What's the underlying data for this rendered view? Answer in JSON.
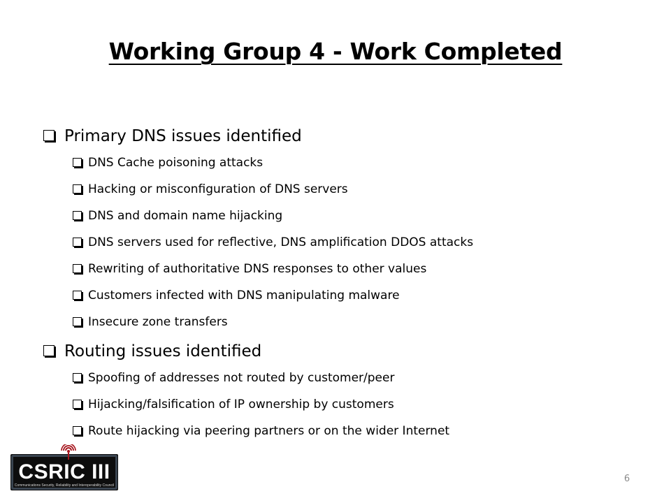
{
  "slide": {
    "title": "Working Group 4 - Work Completed",
    "page_number": "6",
    "sections": [
      {
        "heading": "Primary DNS issues identified",
        "items": [
          "DNS Cache poisoning attacks",
          "Hacking or misconfiguration of DNS servers",
          "DNS and domain name hijacking",
          "DNS servers used for reflective, DNS amplification DDOS attacks",
          "Rewriting of authoritative DNS responses to other values",
          "Customers infected with DNS manipulating malware",
          "Insecure zone transfers"
        ]
      },
      {
        "heading": "Routing issues identified",
        "items": [
          "Spoofing of addresses not routed by customer/peer",
          "Hijacking/falsification of IP ownership by customers",
          "Route hijacking via peering partners or on the wider Internet"
        ]
      }
    ]
  },
  "logo": {
    "text": "CSRIC III",
    "tagline": "Communications Security, Reliability and Interoperability Council",
    "icon": "broadcast-signal-icon",
    "colors": {
      "background": "#0d0d0d",
      "frame": "#3a4450",
      "text": "#ffffff",
      "tagline": "#d8d8d8",
      "signal": "#a5121a"
    }
  }
}
